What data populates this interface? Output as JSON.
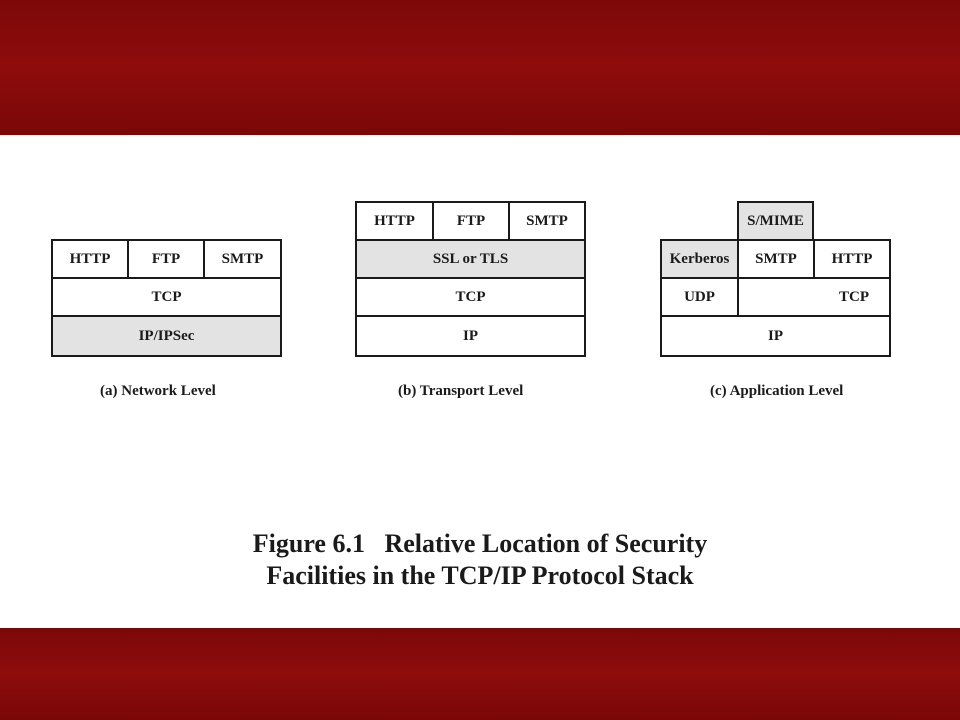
{
  "theme": {
    "band_color": "#8b0a0a",
    "band_dark": "#6f0707",
    "shade": "#e3e3e3",
    "line": "#1a1a1a"
  },
  "network": {
    "http": "HTTP",
    "ftp": "FTP",
    "smtp": "SMTP",
    "tcp": "TCP",
    "ip": "IP/IPSec",
    "caption": "(a) Network Level"
  },
  "transport": {
    "http": "HTTP",
    "ftp": "FTP",
    "smtp": "SMTP",
    "ssl": "SSL or TLS",
    "tcp": "TCP",
    "ip": "IP",
    "caption": "(b) Transport Level"
  },
  "application": {
    "smime": "S/MIME",
    "kerberos": "Kerberos",
    "smtp": "SMTP",
    "http": "HTTP",
    "udp": "UDP",
    "tcp": "TCP",
    "ip": "IP",
    "caption": "(c) Application Level"
  },
  "figure": {
    "line1": "Figure 6.1   Relative Location of Security",
    "line2": "Facilities in the TCP/IP Protocol Stack"
  }
}
